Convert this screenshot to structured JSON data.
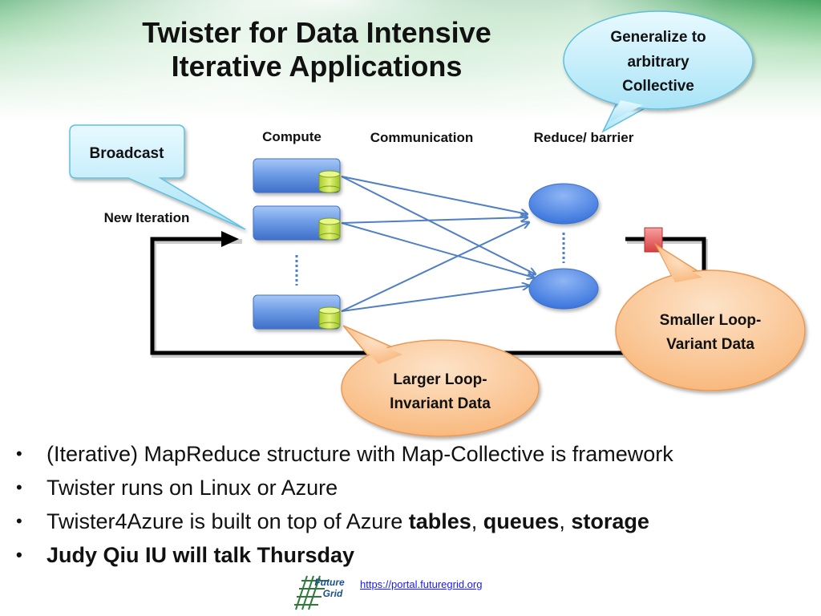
{
  "slide": {
    "title_line1": "Twister for Data Intensive",
    "title_line2": "Iterative Applications"
  },
  "diagram": {
    "labels": {
      "compute": "Compute",
      "communication": "Communication",
      "reduce_barrier": "Reduce/ barrier",
      "new_iteration": "New Iteration"
    },
    "callouts": {
      "broadcast": "Broadcast",
      "generalize_line1": "Generalize to",
      "generalize_line2": "arbitrary",
      "generalize_line3": "Collective",
      "larger_line1": "Larger Loop-",
      "larger_line2": "Invariant Data",
      "smaller_line1": "Smaller Loop-",
      "smaller_line2": "Variant Data"
    },
    "colors": {
      "compute_box": "#5b8ee0",
      "data_cylinder": "#c5e44a",
      "reduce_node": "#4a86e8",
      "orange_callout": "#fbc08a",
      "cyan_callout": "#c9eef9",
      "barrier_marker": "#e05050"
    }
  },
  "bullets": [
    {
      "text": "(Iterative) MapReduce structure with Map-Collective is framework"
    },
    {
      "text": "Twister runs on Linux or Azure"
    },
    {
      "pre": "Twister4Azure is built on top of Azure ",
      "b1": "tables",
      "sep1": ", ",
      "b2": "queues",
      "sep2": ", ",
      "b3": "storage"
    },
    {
      "text": "Judy Qiu IU will talk Thursday"
    }
  ],
  "footer": {
    "logo_line1": "Future",
    "logo_line2": "Grid",
    "link": "https://portal.futuregrid.org"
  }
}
